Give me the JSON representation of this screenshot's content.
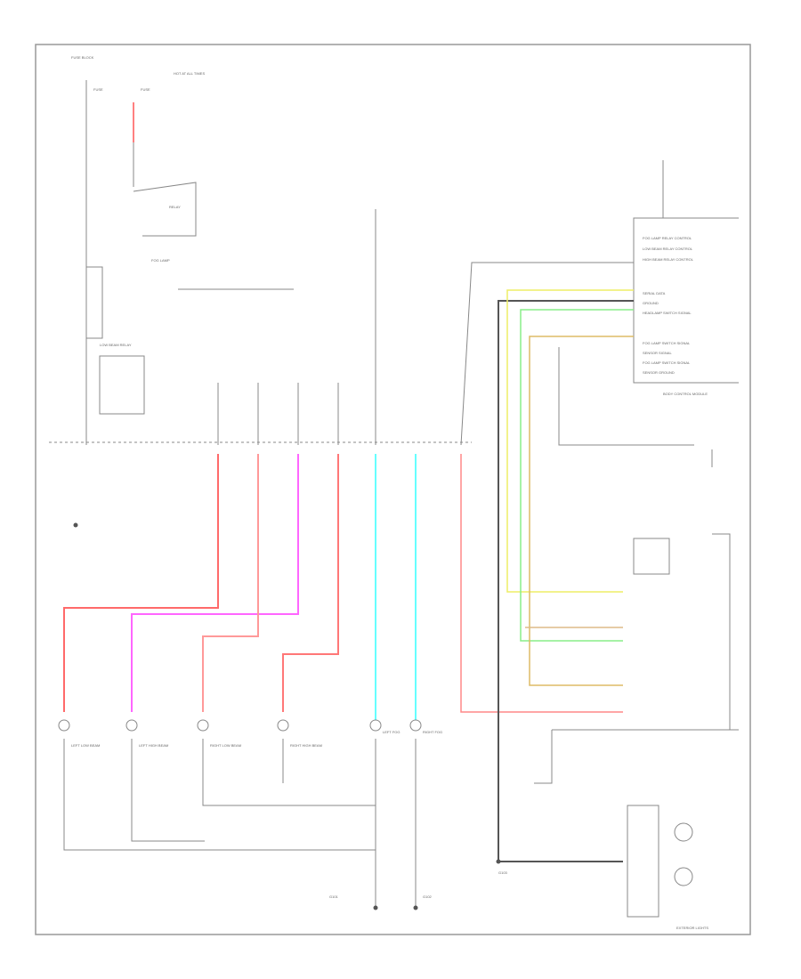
{
  "title": "EXTERIOR LIGHTS",
  "labels": {
    "fuse_block": "FUSE BLOCK",
    "hot_note": "HOT AT ALL TIMES",
    "fuse1": "FUSE",
    "fuse2": "FUSE",
    "relay1": "RELAY",
    "fog_lamp": "FOG LAMP",
    "lo_beam": "LOW BEAM RELAY",
    "bcm": "BODY CONTROL MODULE",
    "bcm_pins": [
      "FOG LAMP RELAY CONTROL",
      "LOW BEAM RELAY CONTROL",
      "HIGH BEAM RELAY CONTROL",
      "SERIAL DATA",
      "GROUND",
      "HEADLAMP SWITCH SIGNAL",
      "FOG LAMP SWITCH SIGNAL",
      "SENSOR SIGNAL",
      "FOG LAMP SWITCH SIGNAL",
      "SENSOR GROUND"
    ],
    "lamps": [
      "LEFT LOW BEAM",
      "LEFT HIGH BEAM",
      "RIGHT LOW BEAM",
      "RIGHT HIGH BEAM",
      "LEFT FOG",
      "RIGHT FOG"
    ],
    "ground1": "G101",
    "ground2": "G102",
    "ground3": "G103",
    "footer_left": "",
    "footer_right": "EXTERIOR LIGHTS"
  }
}
